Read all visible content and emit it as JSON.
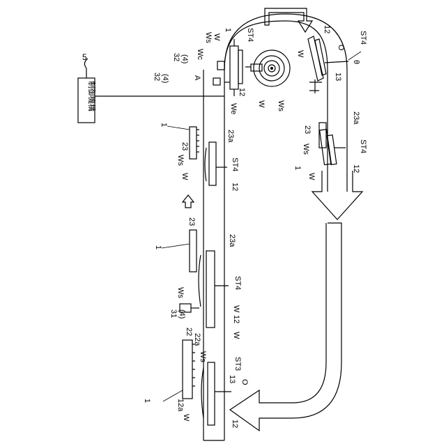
{
  "labels": {
    "ctrl_ref": "5",
    "ctrl_text": "制御機構",
    "st3": "ST3",
    "st4": "ST4",
    "ref_1": "1",
    "ref_12": "12",
    "ref_12a": "12a",
    "ref_13": "13",
    "ref_22": "22",
    "ref_22a": "22a",
    "ref_23": "23",
    "ref_23a": "23a",
    "ref_31": "31",
    "ref_32": "32",
    "ref_4": "(4)",
    "W": "W",
    "Ws": "Ws",
    "Wc": "Wc",
    "We": "We",
    "A": "A",
    "O": "O",
    "theta": "θ"
  },
  "colors": {
    "line": "#000000",
    "bg": "#ffffff"
  }
}
